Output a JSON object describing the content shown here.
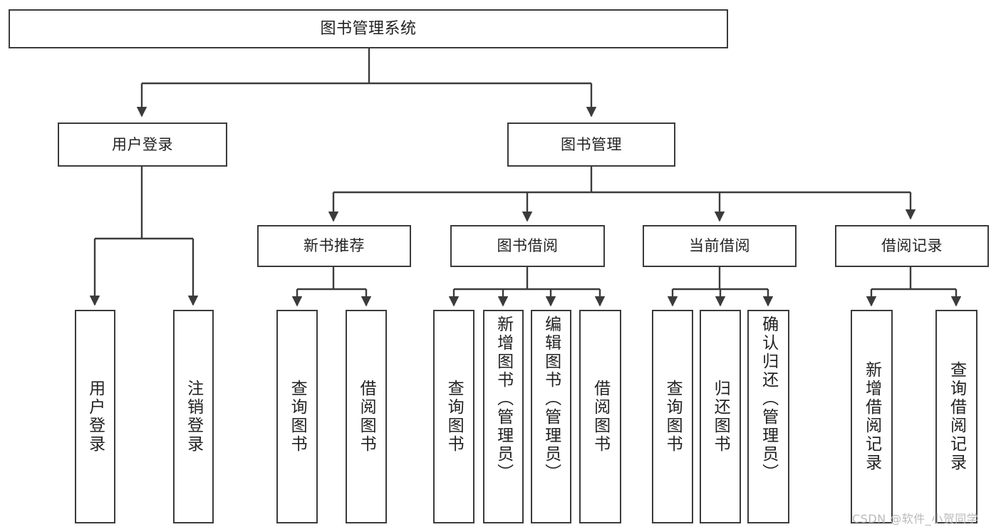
{
  "diagram": {
    "type": "tree-hierarchy",
    "title": "图书管理系统",
    "orientation": "top-down",
    "colors": {
      "background": "#ffffff",
      "border": "#3b3b3b",
      "text": "#222222",
      "connector": "#3b3b3b",
      "watermark": "#b9b9b9"
    }
  },
  "root": {
    "label": "图书管理系统"
  },
  "level1": [
    {
      "label": "用户登录"
    },
    {
      "label": "图书管理"
    }
  ],
  "level2": [
    {
      "label": "新书推荐"
    },
    {
      "label": "图书借阅"
    },
    {
      "label": "当前借阅"
    },
    {
      "label": "借阅记录"
    }
  ],
  "leaves": {
    "user_login": [
      {
        "label": "用户登录"
      },
      {
        "label": "注销登录"
      }
    ],
    "new_book_recommend": [
      {
        "label": "查询图书"
      },
      {
        "label": "借阅图书"
      }
    ],
    "book_borrow": [
      {
        "label": "查询图书"
      },
      {
        "label": "新增图书（管理员）"
      },
      {
        "label": "编辑图书（管理员）"
      },
      {
        "label": "借阅图书"
      }
    ],
    "current_borrow": [
      {
        "label": "查询图书"
      },
      {
        "label": "归还图书"
      },
      {
        "label": "确认归还（管理员）"
      }
    ],
    "borrow_record": [
      {
        "label": "新增借阅记录"
      },
      {
        "label": "查询借阅记录"
      }
    ]
  },
  "watermark": {
    "text": "CSDN @软件_小贺同学"
  }
}
